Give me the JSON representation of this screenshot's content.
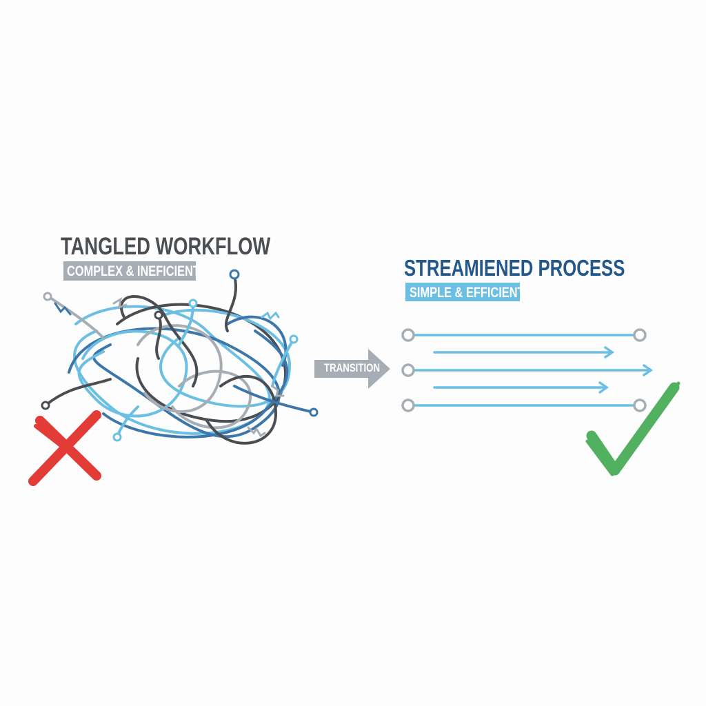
{
  "left": {
    "title": "TANGLED WORKFLOW",
    "subtitle": "COMPLEX & INEFICIENT",
    "status_icon": "x-mark-icon"
  },
  "transition": {
    "label": "TRANSITION"
  },
  "right": {
    "title": "STREAMIENED PROCESS",
    "subtitle": "SIMPLE & EFFICIENT",
    "status_icon": "check-mark-icon"
  },
  "colors": {
    "dark": "#4a4d52",
    "navy": "#24588a",
    "blue": "#3d76a8",
    "light_blue": "#6bbfe3",
    "gray": "#a7adb4",
    "red": "#e33b36",
    "green": "#52b161"
  }
}
